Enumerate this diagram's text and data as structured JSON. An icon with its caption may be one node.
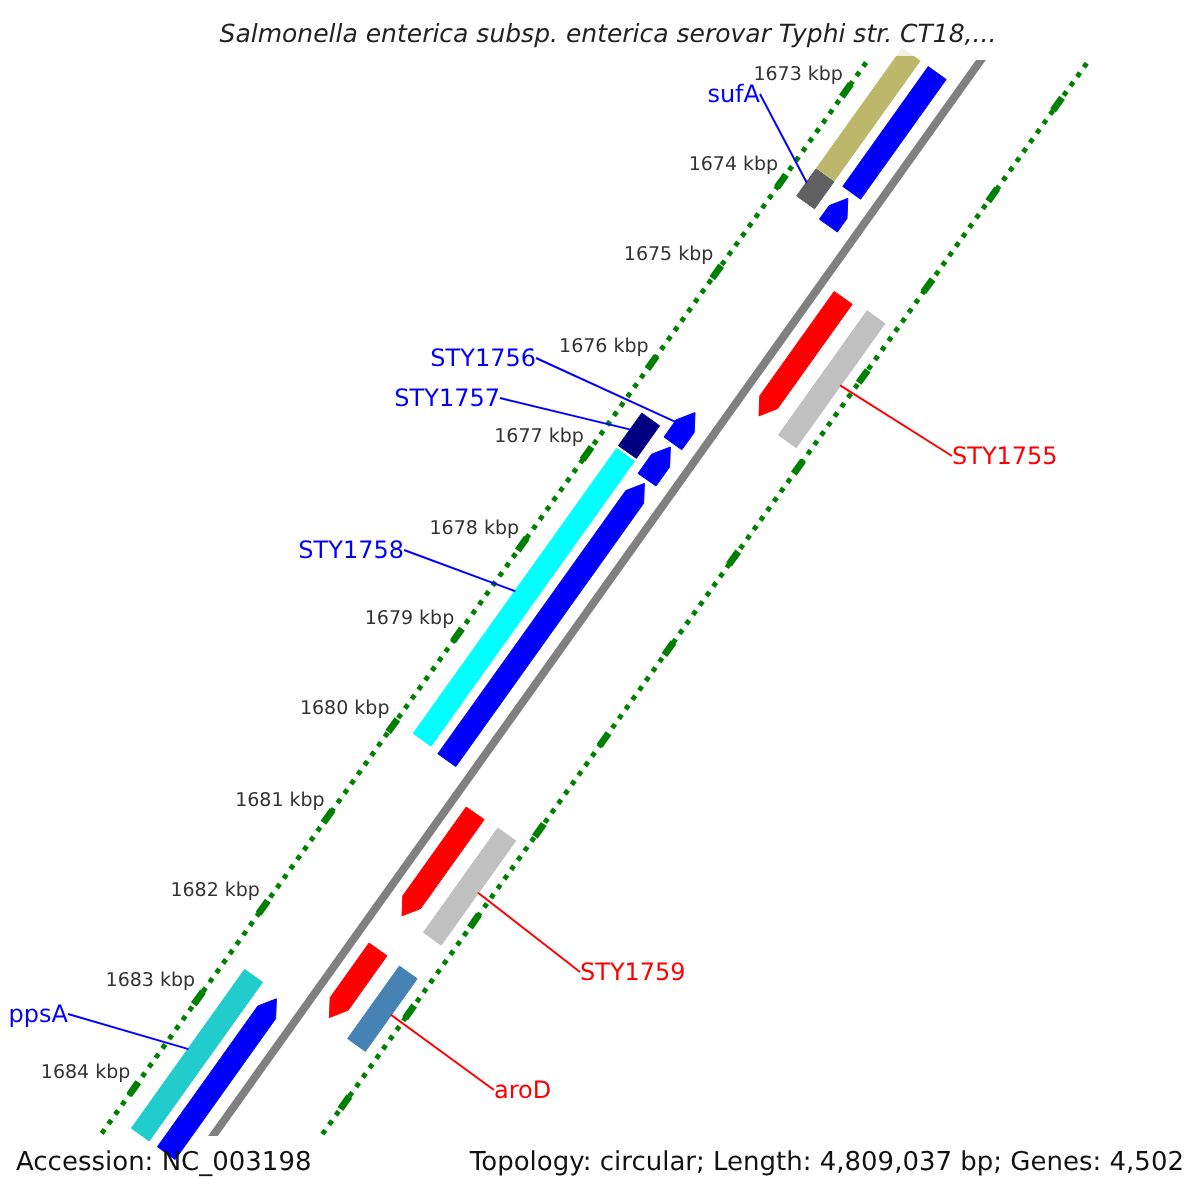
{
  "diagram": {
    "title": "Salmonella enterica subsp. enterica serovar Typhi str. CT18,...",
    "nodes": [
      {
        "text": [
          "sufA"
        ]
      },
      {
        "text": [],
        "shape": "box"
      },
      {
        "text": [
          "STY1756"
        ]
      },
      {
        "text": [],
        "shape": "arrow"
      },
      {
        "text": [
          "STY1757"
        ]
      },
      {
        "text": [],
        "shape": "box"
      },
      {
        "text": [
          "STY1755"
        ]
      },
      {
        "text": [],
        "shape": "bar"
      },
      {
        "text": [
          "STY1758"
        ]
      },
      {
        "text": [],
        "shape": "bar"
      },
      {
        "text": [
          "STY1759"
        ]
      },
      {
        "text": [],
        "shape": "bar"
      },
      {
        "text": [
          "ppsA"
        ]
      },
      {
        "text": [],
        "shape": "bar"
      },
      {
        "text": [
          "aroD"
        ]
      },
      {
        "text": [],
        "shape": "box"
      },
      {
        "text": [],
        "shape": "bar"
      },
      {
        "text": [],
        "shape": "bar"
      },
      {
        "text": [],
        "shape": "arrow"
      },
      {
        "text": [],
        "shape": "arrow"
      },
      {
        "text": [],
        "shape": "arrow"
      },
      {
        "text": [],
        "shape": "arrow"
      },
      {
        "text": [],
        "shape": "arrow"
      },
      {
        "text": [],
        "shape": "arrow"
      },
      {
        "text": [],
        "shape": "arrow"
      }
    ],
    "edges": [
      {
        "from": 0,
        "to": 1,
        "arrow": "none"
      },
      {
        "from": 2,
        "to": 3,
        "arrow": "none"
      },
      {
        "from": 4,
        "to": 5,
        "arrow": "none"
      },
      {
        "from": 6,
        "to": 7,
        "arrow": "none",
        "color": "#ff0000"
      },
      {
        "from": 8,
        "to": 9,
        "arrow": "none"
      },
      {
        "from": 10,
        "to": 11,
        "arrow": "none",
        "color": "#ff0000"
      },
      {
        "from": 12,
        "to": 13,
        "arrow": "none"
      },
      {
        "from": 14,
        "to": 15,
        "arrow": "none",
        "color": "#ff0000"
      }
    ],
    "labels": [
      "1673 kbp",
      "1674 kbp",
      "1675 kbp",
      "1676 kbp",
      "1677 kbp",
      "1678 kbp",
      "1679 kbp",
      "1680 kbp",
      "1681 kbp",
      "1682 kbp",
      "1683 kbp",
      "1684 kbp",
      "Accession: NC_003198",
      "Topology: circular; Length: 4,809,037 bp; Genes: 4,502"
    ]
  }
}
